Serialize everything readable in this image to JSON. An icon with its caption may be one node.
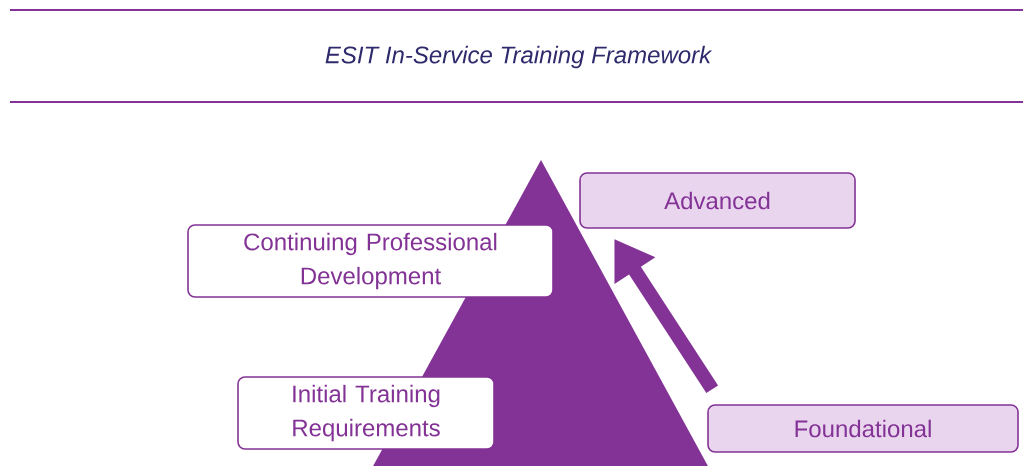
{
  "diagram": {
    "title": "ESIT In-Service Training Framework",
    "nodes": [
      {
        "text": [
          "Continuing Professional Development"
        ]
      },
      {
        "text": [
          "Advanced"
        ]
      },
      {
        "text": [
          "Initial Training Requirements"
        ]
      },
      {
        "text": [
          "Foundational"
        ]
      }
    ],
    "edges": [
      {
        "from": 3,
        "to": 1,
        "arrow": "to"
      }
    ]
  }
}
